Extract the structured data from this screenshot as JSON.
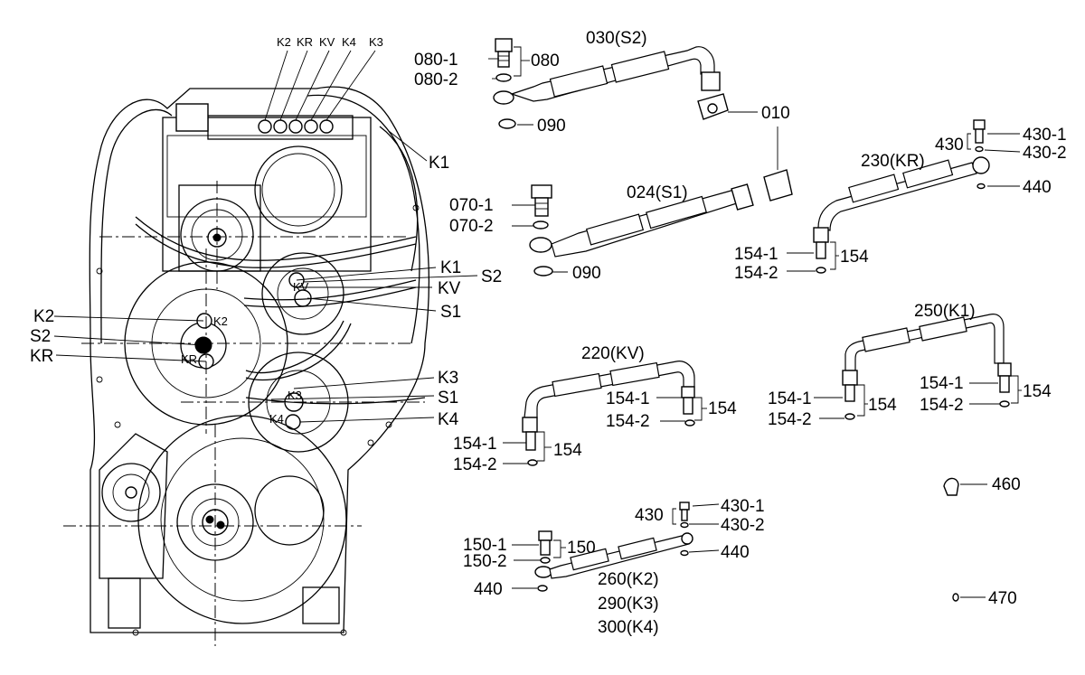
{
  "diagram": {
    "top_housing_labels": [
      "K2",
      "KR",
      "KV",
      "K4",
      "K3"
    ],
    "housing_callouts": {
      "k1_top": "K1",
      "k1_mid": "K1",
      "s2_right": "S2",
      "kv_right": "KV",
      "s1_right": "S1",
      "k2_left": "K2",
      "s2_left": "S2",
      "kr_left": "KR",
      "k3_right": "K3",
      "s1_lower": "S1",
      "k4_right": "K4"
    },
    "inner_marks": [
      "KV",
      "K2",
      "KR",
      "K3",
      "K4"
    ],
    "parts": {
      "p080_1": "080-1",
      "p080_2": "080-2",
      "p080": "080",
      "p090_top": "090",
      "p030": "030(S2)",
      "p010": "010",
      "p430_1_top": "430-1",
      "p430_top": "430",
      "p430_2_top": "430-2",
      "p230": "230(KR)",
      "p440_top": "440",
      "p070_1": "070-1",
      "p070_2": "070-2",
      "p024": "024(S1)",
      "p090_mid": "090",
      "p154_1_a": "154-1",
      "p154_a": "154",
      "p154_2_a": "154-2",
      "p250": "250(K1)",
      "p220": "220(KV)",
      "p154_1_b": "154-1",
      "p154_b": "154",
      "p154_2_b": "154-2",
      "p154_1_c": "154-1",
      "p154_c": "154",
      "p154_2_c": "154-2",
      "p154_1_d": "154-1",
      "p154_d": "154",
      "p154_2_d": "154-2",
      "p154_1_e": "154-1",
      "p154_e": "154",
      "p154_2_e": "154-2",
      "p460": "460",
      "p430_1_low": "430-1",
      "p430_low": "430",
      "p430_2_low": "430-2",
      "p150_1": "150-1",
      "p150": "150",
      "p150_2": "150-2",
      "p440_mid": "440",
      "p440_low": "440",
      "p260": "260(K2)",
      "p290": "290(K3)",
      "p300": "300(K4)",
      "p470": "470"
    }
  }
}
